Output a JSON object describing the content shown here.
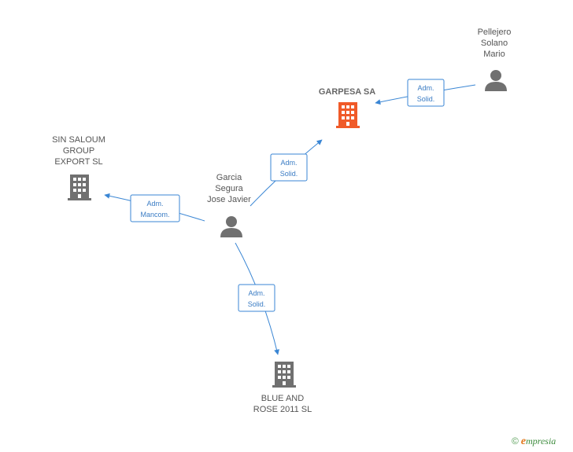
{
  "nodes": {
    "garpesa": {
      "label_lines": [
        "GARPESA SA"
      ],
      "type": "company",
      "color": "#f05a28"
    },
    "sin_saloum": {
      "label_lines": [
        "SIN SALOUM",
        "GROUP",
        "EXPORT SL"
      ],
      "type": "company",
      "color": "#707070"
    },
    "blue_rose": {
      "label_lines": [
        "BLUE AND",
        "ROSE 2011 SL"
      ],
      "type": "company",
      "color": "#707070"
    },
    "garcia": {
      "label_lines": [
        "Garcia",
        "Segura",
        "Jose Javier"
      ],
      "type": "person",
      "color": "#707070"
    },
    "pellejero": {
      "label_lines": [
        "Pellejero",
        "Solano",
        "Mario"
      ],
      "type": "person",
      "color": "#707070"
    }
  },
  "edges": [
    {
      "from": "pellejero",
      "to": "garpesa",
      "label_lines": [
        "Adm.",
        "Solid."
      ]
    },
    {
      "from": "garcia",
      "to": "garpesa",
      "label_lines": [
        "Adm.",
        "Solid."
      ]
    },
    {
      "from": "garcia",
      "to": "sin_saloum",
      "label_lines": [
        "Adm.",
        "Mancom."
      ]
    },
    {
      "from": "garcia",
      "to": "blue_rose",
      "label_lines": [
        "Adm.",
        "Solid."
      ]
    }
  ],
  "colors": {
    "edge": "#3a86d4",
    "edge_text": "#3a7cc4"
  },
  "brand": {
    "copyright": "©",
    "e": "e",
    "rest": "mpresia"
  }
}
